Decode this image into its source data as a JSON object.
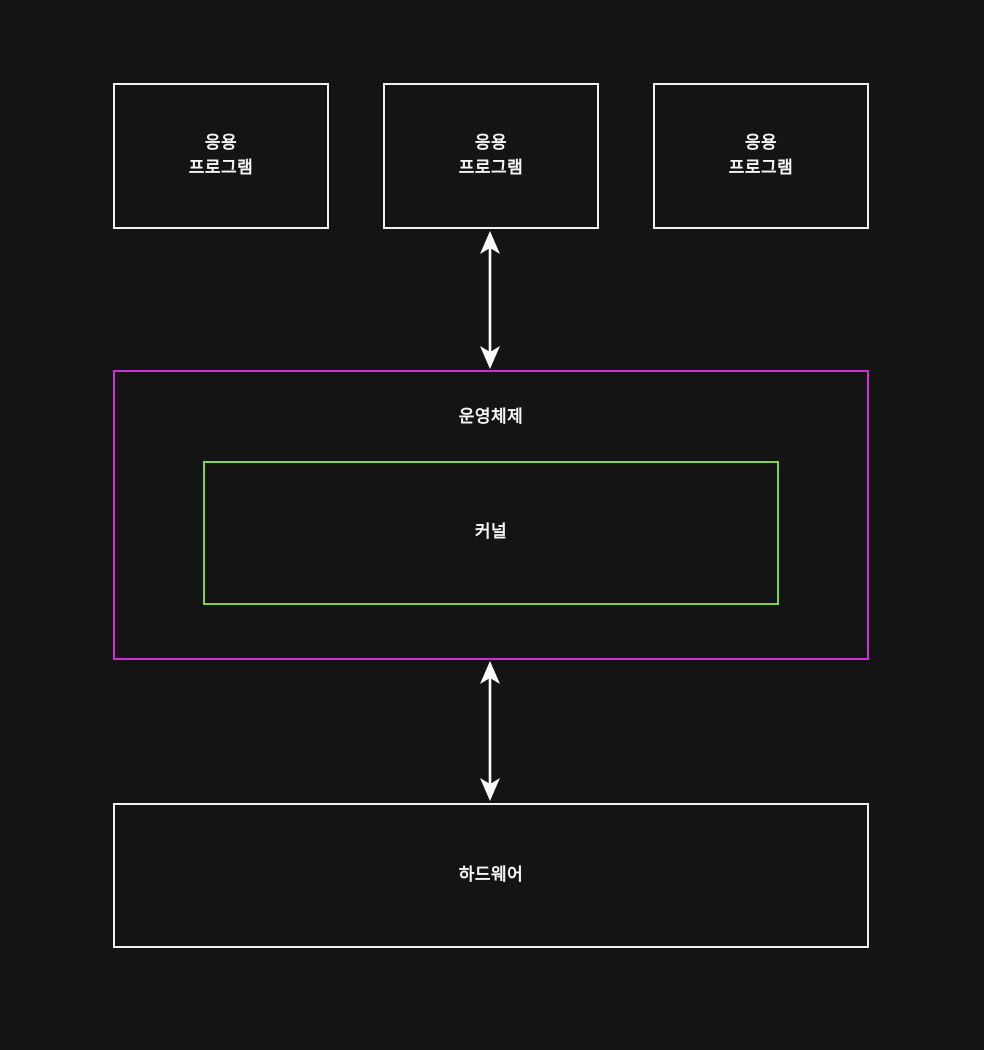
{
  "diagram": {
    "app_boxes": [
      {
        "label_line1": "응용",
        "label_line2": "프로그램"
      },
      {
        "label_line1": "응용",
        "label_line2": "프로그램"
      },
      {
        "label_line1": "응용",
        "label_line2": "프로그램"
      }
    ],
    "os_box": {
      "label": "운영체제"
    },
    "kernel_box": {
      "label": "커널"
    },
    "hardware_box": {
      "label": "하드웨어"
    },
    "arrows": [
      {
        "name": "app-to-os",
        "direction": "both"
      },
      {
        "name": "os-to-hardware",
        "direction": "both"
      }
    ]
  },
  "colors": {
    "background": "#141414",
    "node_border": "#f0f0f0",
    "os_border": "#cc30d4",
    "kernel_border": "#83d537",
    "arrow": "#ffffff",
    "text": "#f5f5f5"
  }
}
